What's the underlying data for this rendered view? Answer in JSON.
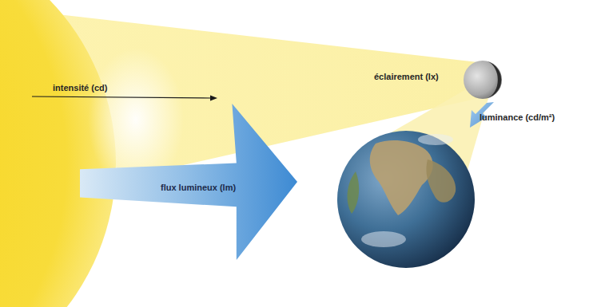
{
  "diagram": {
    "nodes": [
      {
        "text": [
          "flux lumineux (lm)"
        ]
      }
    ],
    "labels": [
      "intensité (cd)",
      "éclairement (lx)",
      "luminance (cd/m²)"
    ]
  }
}
